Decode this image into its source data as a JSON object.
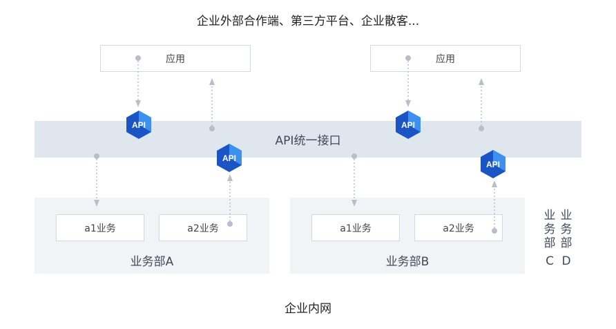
{
  "top_title": "企业外部合作端、第三方平台、企业散客...",
  "bottom_title": "企业内网",
  "apps": [
    {
      "label": "应用"
    },
    {
      "label": "应用"
    }
  ],
  "api_band_label": "API统一接口",
  "api_badge_label": "API",
  "departments": [
    {
      "label": "业务部A",
      "items": [
        "a1业务",
        "a2业务"
      ]
    },
    {
      "label": "业务部B",
      "items": [
        "a1业务",
        "a2业务"
      ]
    }
  ],
  "extra_departments": [
    {
      "chars": [
        "业",
        "务",
        "部",
        "C"
      ]
    },
    {
      "chars": [
        "业",
        "务",
        "部",
        "D"
      ]
    }
  ],
  "colors": {
    "band": "#dfe6ee",
    "panel": "#f1f3f6",
    "connector": "#b7bfcb",
    "badge_light": "#3d8ff0",
    "badge_dark": "#1b54c4"
  }
}
